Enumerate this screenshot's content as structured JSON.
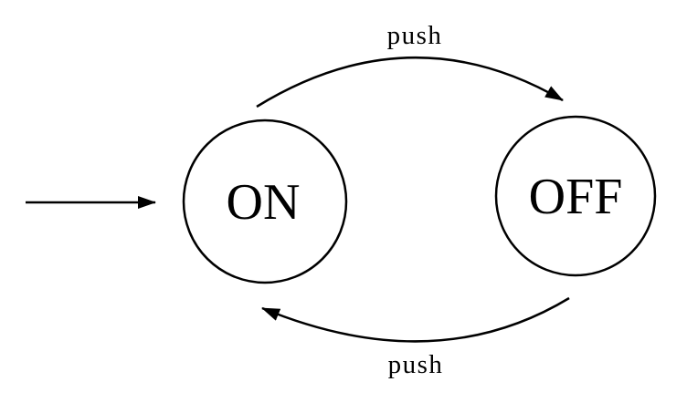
{
  "diagram": {
    "type": "state-machine",
    "background_color": "#ffffff",
    "stroke_color": "#000000",
    "initial_state": "ON",
    "states": [
      {
        "id": "on",
        "label": "ON"
      },
      {
        "id": "off",
        "label": "OFF"
      }
    ],
    "transitions": [
      {
        "from": "on",
        "to": "off",
        "label": "push",
        "position": "top"
      },
      {
        "from": "off",
        "to": "on",
        "label": "push",
        "position": "bottom"
      }
    ]
  }
}
